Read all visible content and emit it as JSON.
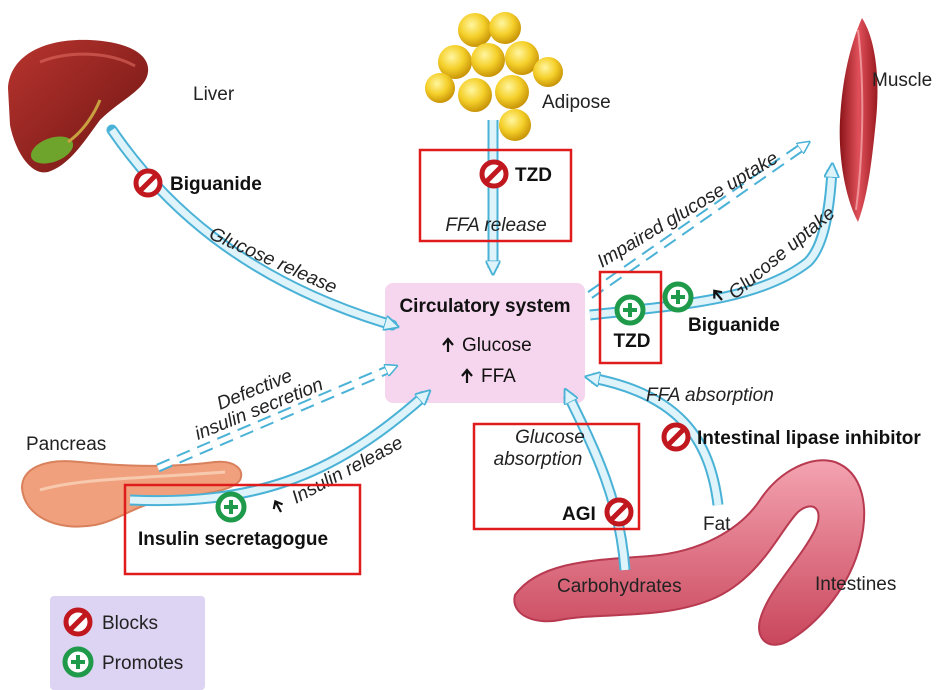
{
  "organs": {
    "liver": "Liver",
    "adipose": "Adipose",
    "muscle": "Muscle",
    "pancreas": "Pancreas",
    "intestines": "Intestines",
    "fat": "Fat",
    "carbohydrates": "Carbohydrates"
  },
  "circulatory": {
    "title": "Circulatory system",
    "glucose": "Glucose",
    "ffa": "FFA"
  },
  "processes": {
    "glucose_release": "Glucose release",
    "ffa_release": "FFA release",
    "impaired_uptake": "Impaired glucose uptake",
    "glucose_uptake": "Glucose uptake",
    "defective_secretion_1": "Defective",
    "defective_secretion_2": "insulin secretion",
    "insulin_release": "Insulin release",
    "glucose_absorption_1": "Glucose",
    "glucose_absorption_2": "absorption",
    "ffa_absorption": "FFA absorption"
  },
  "drugs": {
    "biguanide_liver": "Biguanide",
    "tzd_adipose": "TZD",
    "tzd_muscle": "TZD",
    "biguanide_muscle": "Biguanide",
    "lipase_inhibitor": "Intestinal lipase inhibitor",
    "agi": "AGI",
    "secretagogue": "Insulin secretagogue"
  },
  "legend": {
    "blocks": "Blocks",
    "promotes": "Promotes"
  },
  "colors": {
    "block": "#c0181e",
    "promote": "#1e9a4a",
    "arrow_fill": "#dff3fb",
    "arrow_stroke": "#4ab2d6",
    "circ_box": "#f6d6ee",
    "highlight_box": "#e01b1b",
    "legend_bg": "#ddd3f2"
  },
  "icons": {
    "block": "prohibition-icon",
    "promote": "plus-circle-icon",
    "up_arrow": "up-arrow-icon"
  }
}
